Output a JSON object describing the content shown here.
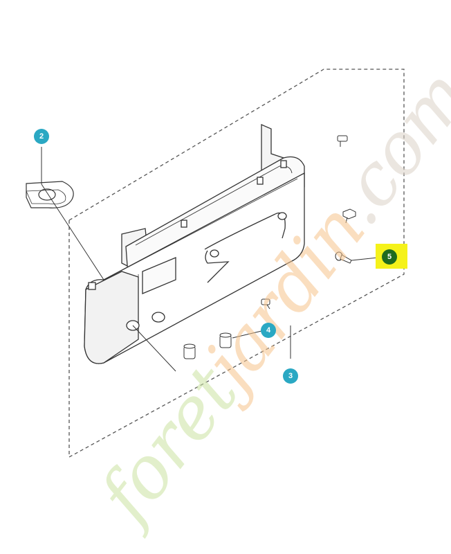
{
  "callouts": [
    {
      "id": "2",
      "label": "2",
      "color": "#2aa8c3"
    },
    {
      "id": "3",
      "label": "3",
      "color": "#2aa8c3"
    },
    {
      "id": "4",
      "label": "4",
      "color": "#2aa8c3"
    },
    {
      "id": "5",
      "label": "5",
      "color": "#1f6b1f",
      "highlight": "#f5f21a"
    }
  ],
  "watermark": {
    "part1": "foret",
    "part2": "jardin",
    "part3": ".com",
    "colors": [
      "#cbe3a2",
      "#f7c48c",
      "#dcd3c8"
    ]
  },
  "line_color": "#333333"
}
